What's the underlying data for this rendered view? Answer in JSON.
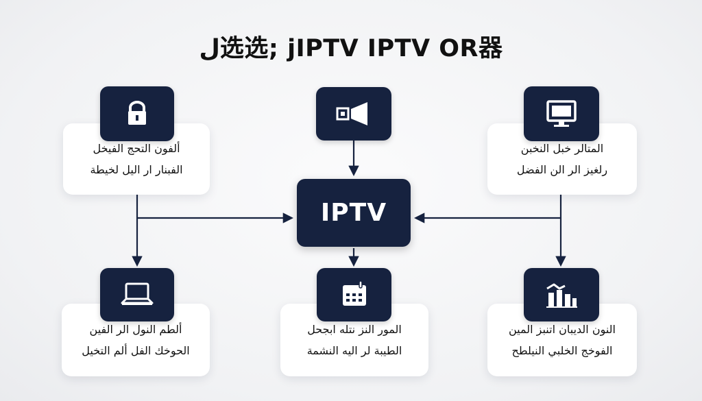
{
  "title": "ل选选; jIPTV IPTV OR器",
  "center": {
    "label": "IPTV"
  },
  "nodes": {
    "top_left": {
      "icon": "lock-icon",
      "lines": [
        "ألفون التحج الفيخل",
        "الفبنار ار اليل لخيطة"
      ]
    },
    "top_center": {
      "icon": "speaker-icon"
    },
    "top_right": {
      "icon": "monitor-icon",
      "lines": [
        "المتالر خبل النخبن",
        "رلغيز الر الن الفضل"
      ]
    },
    "bot_left": {
      "icon": "laptop-icon",
      "lines": [
        "ألطم النول الر الفين",
        "الحوخك الفل ألم التخيل"
      ]
    },
    "bot_center": {
      "icon": "calendar-icon",
      "lines": [
        "المور النز نتله ابجحل",
        "الطيبة لر اليه النشمة"
      ]
    },
    "bot_right": {
      "icon": "bar-chart-icon",
      "lines": [
        "النون الديبان اتنبز المين",
        "الفوخج الخلبي النيلطح"
      ]
    }
  },
  "colors": {
    "navy": "#16223f",
    "card": "#ffffff",
    "background": "#f1f2f4",
    "text": "#111111"
  }
}
